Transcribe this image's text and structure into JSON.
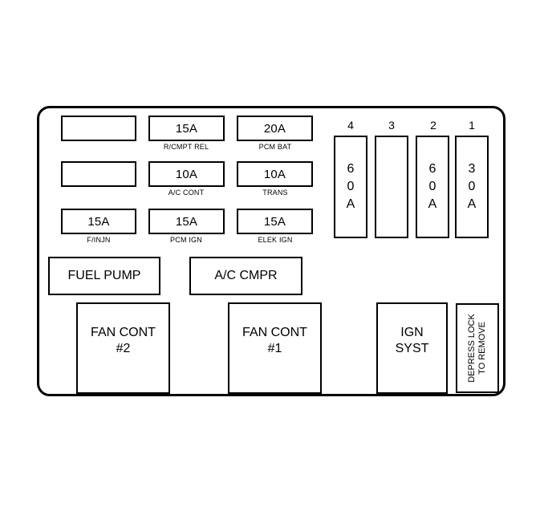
{
  "fuses": [
    {
      "value": "",
      "label": ""
    },
    {
      "value": "15A",
      "label": "R/CMPT REL"
    },
    {
      "value": "20A",
      "label": "PCM BAT"
    },
    {
      "value": "",
      "label": ""
    },
    {
      "value": "10A",
      "label": "A/C CONT"
    },
    {
      "value": "10A",
      "label": "TRANS"
    },
    {
      "value": "15A",
      "label": "F/INJN"
    },
    {
      "value": "15A",
      "label": "PCM IGN"
    },
    {
      "value": "15A",
      "label": "ELEK IGN"
    }
  ],
  "maxi_fuses": [
    {
      "number": "4",
      "value": "6\n0\nA"
    },
    {
      "number": "3",
      "value": ""
    },
    {
      "number": "2",
      "value": "6\n0\nA"
    },
    {
      "number": "1",
      "value": "3\n0\nA"
    }
  ],
  "relays": {
    "fuel_pump": "FUEL PUMP",
    "ac_cmpr": "A/C CMPR",
    "fan_cont_2": "FAN CONT\n#2",
    "fan_cont_1": "FAN CONT\n#1",
    "ign_syst": "IGN\nSYST"
  },
  "lock_label": "DEPRESS LOCK\nTO REMOVE"
}
